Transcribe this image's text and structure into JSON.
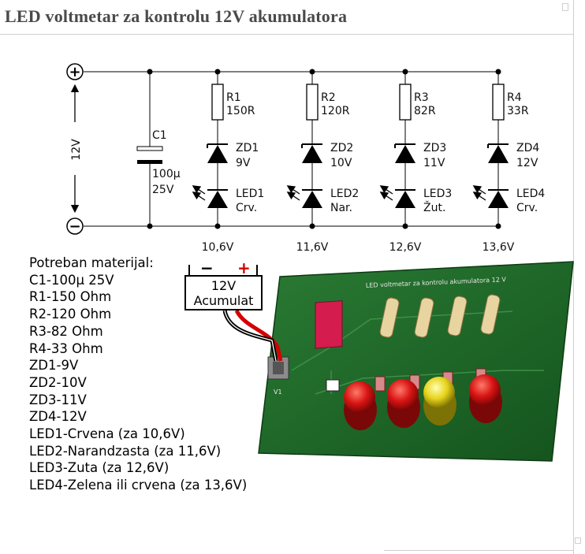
{
  "title": "LED voltmetar za kontrolu 12V akumulatora",
  "schematic": {
    "plus_symbol": "+",
    "minus_symbol": "−",
    "supply_label": "12V",
    "capacitor": {
      "ref": "C1",
      "value1": "100µ",
      "value2": "25V"
    },
    "branches": [
      {
        "r_ref": "R1",
        "r_val": "150R",
        "zd_ref": "ZD1",
        "zd_val": "9V",
        "led_ref": "LED1",
        "led_color": "Crv.",
        "threshold": "10,6V"
      },
      {
        "r_ref": "R2",
        "r_val": "120R",
        "zd_ref": "ZD2",
        "zd_val": "10V",
        "led_ref": "LED2",
        "led_color": "Nar.",
        "threshold": "11,6V"
      },
      {
        "r_ref": "R3",
        "r_val": "82R",
        "zd_ref": "ZD3",
        "zd_val": "11V",
        "led_ref": "LED3",
        "led_color": "Žut.",
        "threshold": "12,6V"
      },
      {
        "r_ref": "R4",
        "r_val": "33R",
        "zd_ref": "ZD4",
        "zd_val": "12V",
        "led_ref": "LED4",
        "led_color": "Crv.",
        "threshold": "13,6V"
      }
    ]
  },
  "materials": {
    "heading": "Potreban materijal:",
    "items": [
      "C1-100µ 25V",
      "R1-150 Ohm",
      "R2-120 Ohm",
      "R3-82 Ohm",
      "R4-33 Ohm",
      "ZD1-9V",
      "ZD2-10V",
      "ZD3-11V",
      "ZD4-12V",
      "LED1-Crvena (za 10,6V)",
      "LED2-Narandzasta (za 11,6V)",
      "LED3-Zuta (za 12,6V)",
      "LED4-Zelena ili crvena (za 13,6V)"
    ]
  },
  "battery": {
    "line1": "12V",
    "line2": "Acumulat",
    "minus": "−",
    "plus": "+"
  },
  "pcb": {
    "silkscreen_title": "LED voltmetar za kontrolu akumulatora 12 V",
    "connector_label": "V1",
    "board_color": "#1f6b2a",
    "led_colors": [
      "#d81414",
      "#d81414",
      "#e6d21a",
      "#d81414"
    ]
  }
}
